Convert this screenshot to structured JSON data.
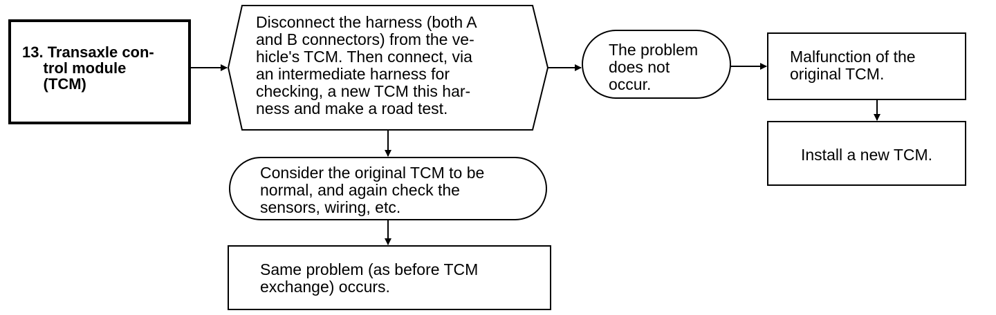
{
  "diagram": {
    "colors": {
      "stroke": "#000000",
      "background": "#ffffff"
    },
    "nodes": {
      "tcm": {
        "shape": "rectangle",
        "emphasis": "thick-border",
        "text": "13. Transaxle con-\n     trol module\n     (TCM)"
      },
      "procedure": {
        "shape": "hexagon",
        "text": "Disconnect the harness (both A\nand B connectors) from the ve-\nhicle's TCM. Then connect, via\nan intermediate harness for\nchecking, a new TCM this har-\nness and make a road test."
      },
      "no_problem": {
        "shape": "rounded",
        "text": "The problem\ndoes not\noccur."
      },
      "malfunction": {
        "shape": "rectangle",
        "text": "Malfunction of the\noriginal TCM."
      },
      "install": {
        "shape": "rectangle",
        "text": "Install a new TCM."
      },
      "consider": {
        "shape": "rounded",
        "text": "Consider the original TCM to be\nnormal, and again check the\nsensors, wiring, etc."
      },
      "same_problem": {
        "shape": "rectangle",
        "text": "Same problem (as before TCM\nexchange) occurs."
      }
    },
    "edges": [
      {
        "from": "tcm",
        "to": "procedure"
      },
      {
        "from": "procedure",
        "to": "no_problem"
      },
      {
        "from": "no_problem",
        "to": "malfunction"
      },
      {
        "from": "malfunction",
        "to": "install"
      },
      {
        "from": "procedure",
        "to": "consider"
      },
      {
        "from": "consider",
        "to": "same_problem"
      }
    ]
  }
}
